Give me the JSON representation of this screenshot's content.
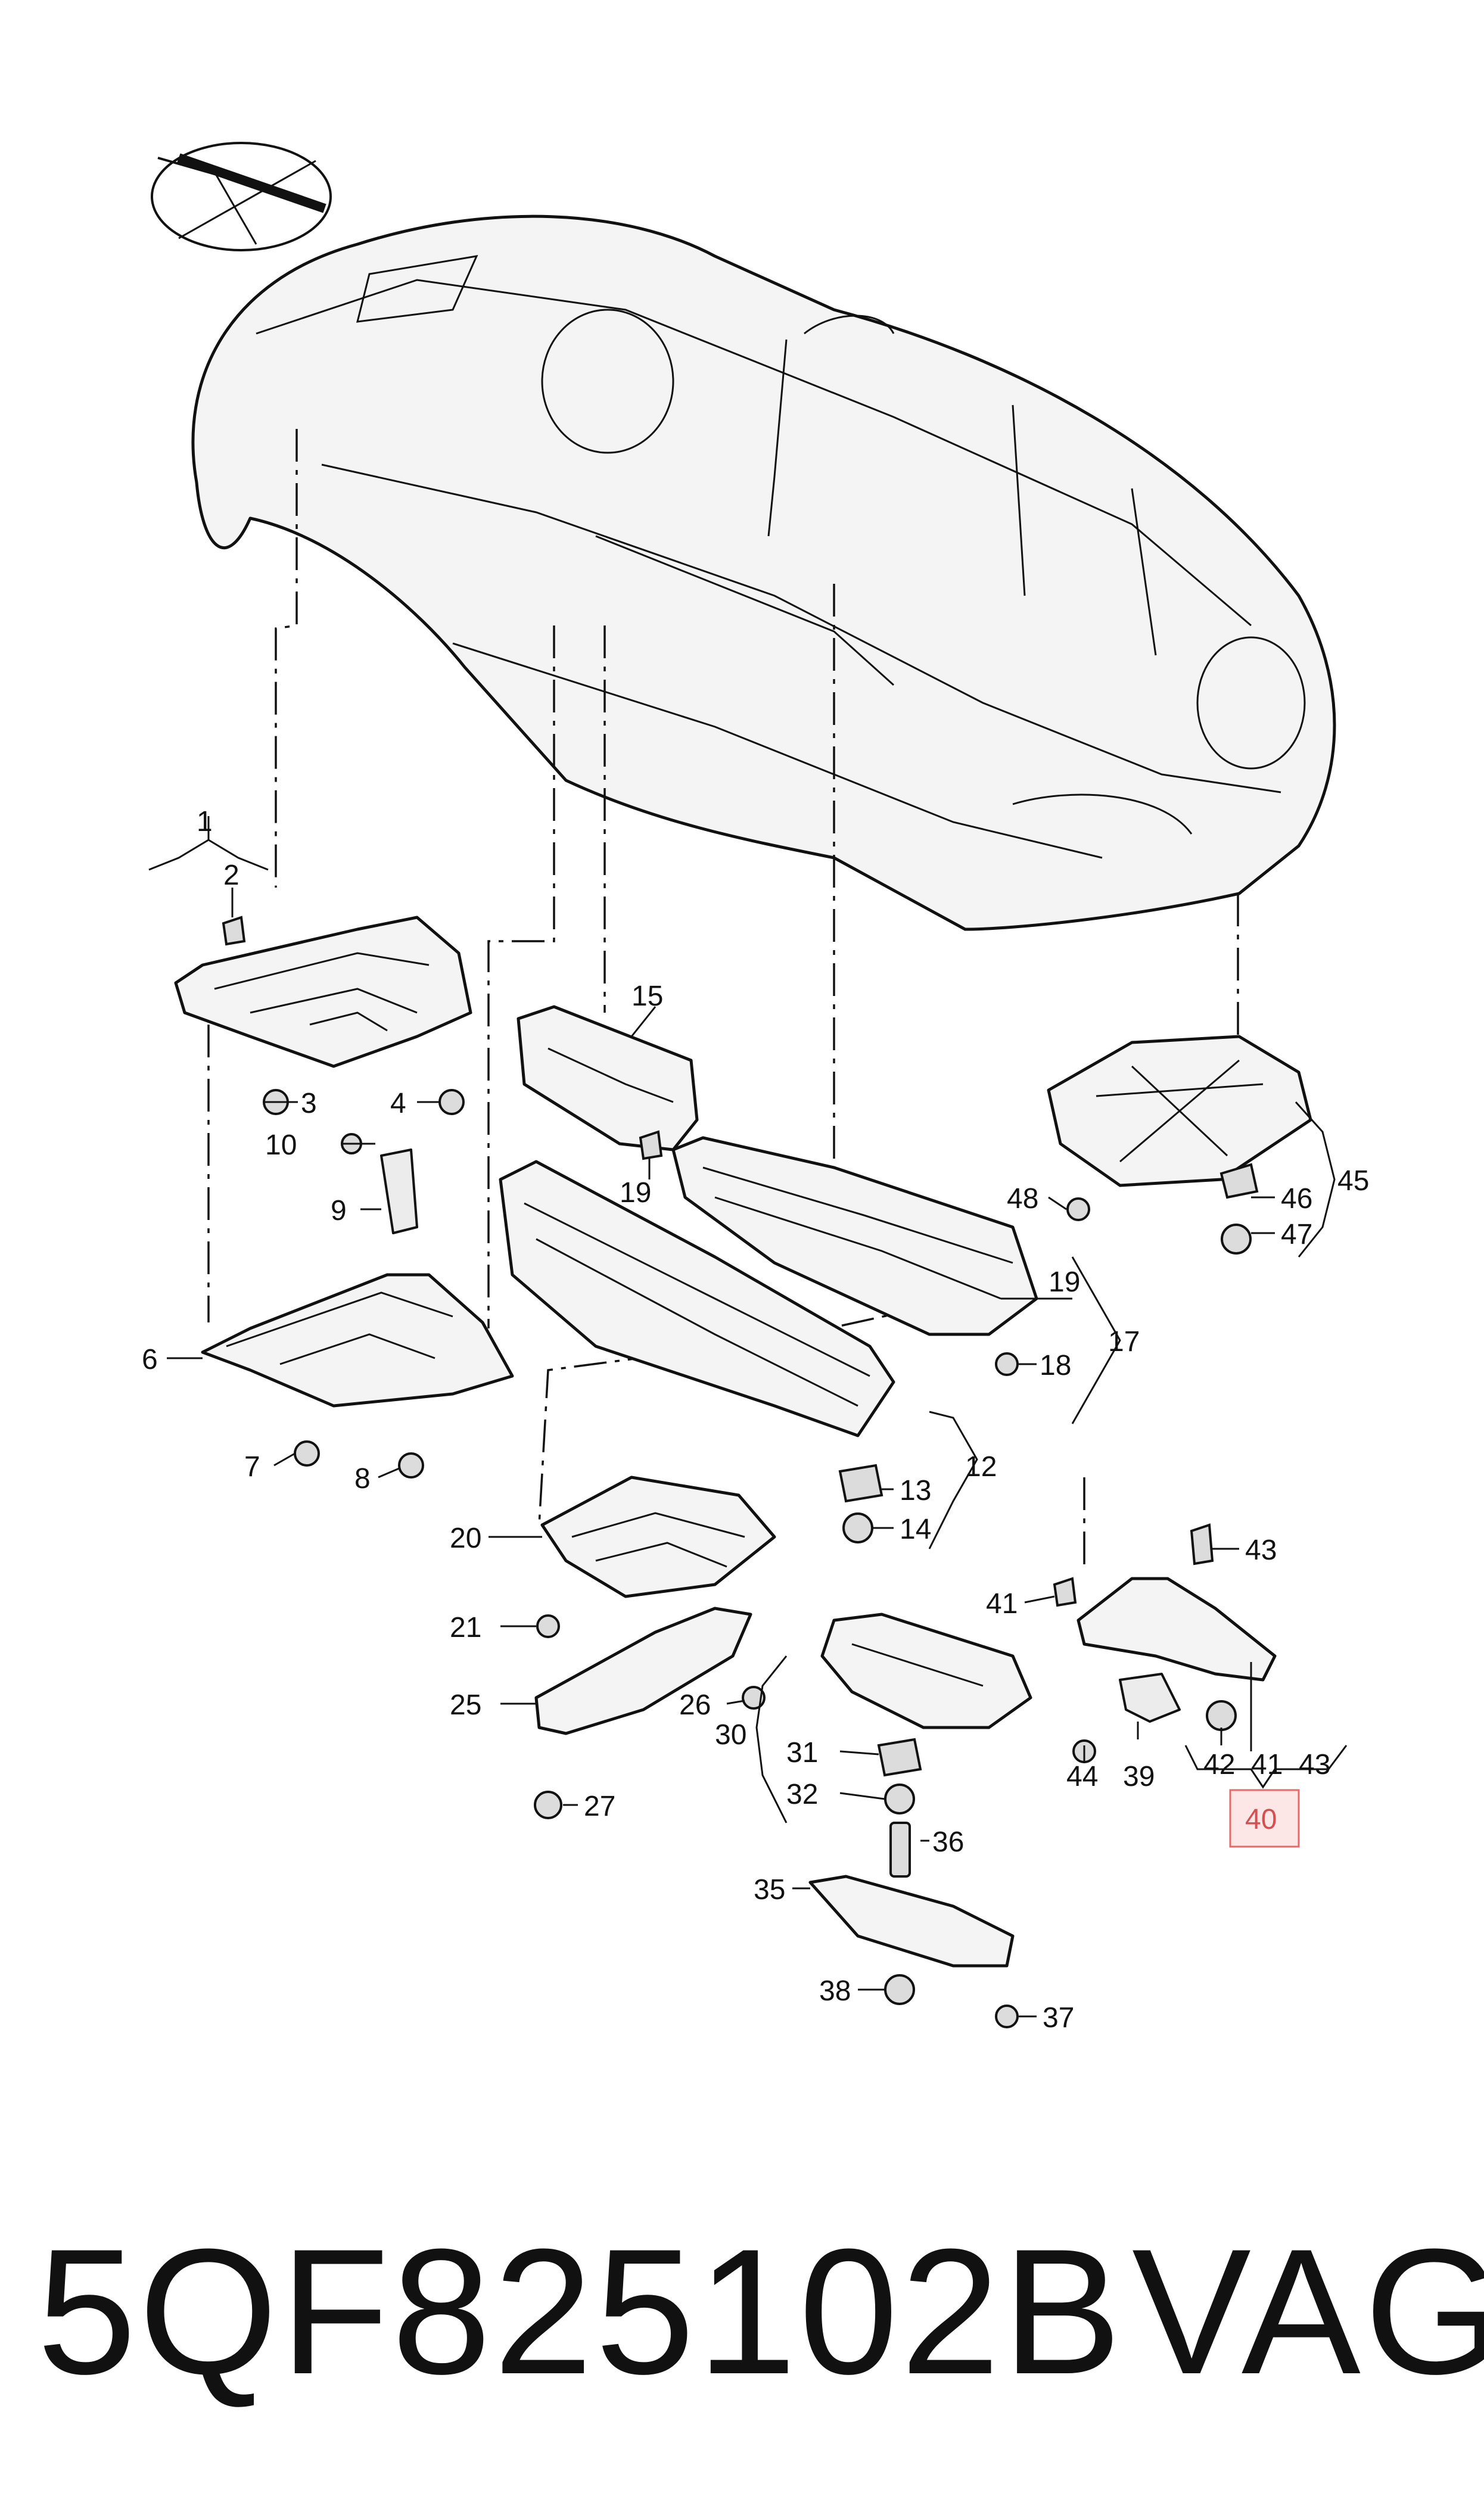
{
  "callouts": {
    "n1": "1",
    "n2": "2",
    "n3": "3",
    "n4": "4",
    "n6": "6",
    "n7": "7",
    "n8": "8",
    "n9": "9",
    "n10": "10",
    "n12": "12",
    "n13": "13",
    "n14": "14",
    "n15": "15",
    "n17": "17",
    "n18": "18",
    "n19a": "19",
    "n19b": "19",
    "n20": "20",
    "n21": "21",
    "n25": "25",
    "n26": "26",
    "n27": "27",
    "n30": "30",
    "n31": "31",
    "n32": "32",
    "n35": "35",
    "n36": "36",
    "n37": "37",
    "n38": "38",
    "n39": "39",
    "n40": "40",
    "n41a": "41",
    "n41b": "41",
    "n42": "42",
    "n43a": "43",
    "n43b": "43",
    "n44": "44",
    "n45": "45",
    "n46": "46",
    "n47": "47",
    "n48": "48"
  },
  "highlight": {
    "callout": "40",
    "color": "#e56b6b"
  },
  "part_number": "5QF825102B",
  "brand": "VAG"
}
